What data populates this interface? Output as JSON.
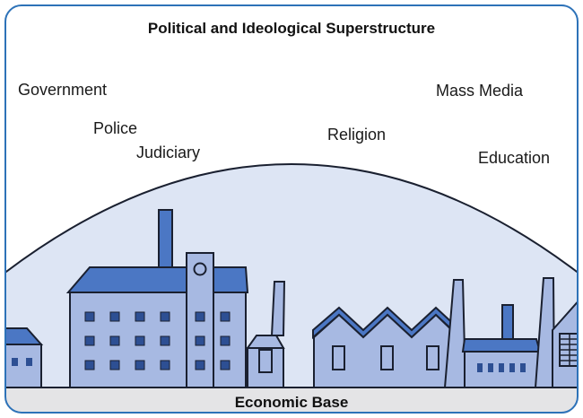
{
  "diagram": {
    "title": "Political and Ideological Superstructure",
    "base_label": "Economic Base",
    "superstructure_items": [
      {
        "label": "Government"
      },
      {
        "label": "Police"
      },
      {
        "label": "Judiciary"
      },
      {
        "label": "Religion"
      },
      {
        "label": "Mass Media"
      },
      {
        "label": "Education"
      }
    ]
  },
  "colors": {
    "frame_border": "#2d72b8",
    "dome_fill": "#dde5f4",
    "building_fill": "#a7b9e2",
    "roof_fill": "#4b77c4",
    "window_fill": "#2d4f93",
    "outline": "#1a2030",
    "ground_fill": "#e4e4e6"
  }
}
